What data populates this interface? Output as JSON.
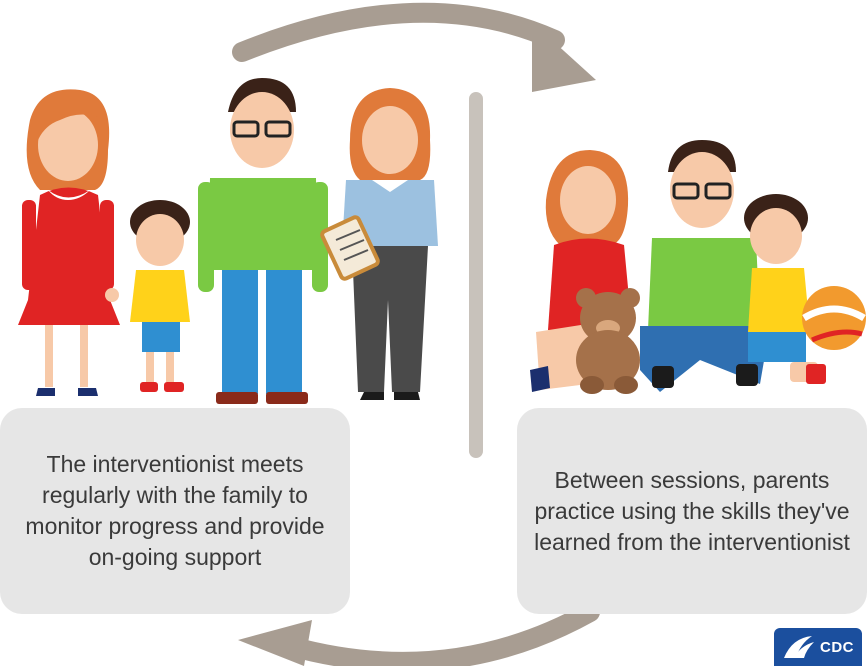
{
  "captions": {
    "left": "The interventionist meets regularly with the family to monitor progress and provide on-going support",
    "right": "Between sessions, parents practice using the skills they've learned from the interventionist"
  },
  "logo": {
    "text": "CDC"
  },
  "colors": {
    "arrow": "#a89d92",
    "divider": "#c8c2bb",
    "caption_bg": "#e6e6e6",
    "logo_bg": "#1b4f9e"
  },
  "icons": [
    "cycle-arrow-top",
    "cycle-arrow-bottom",
    "cdc-logo"
  ]
}
